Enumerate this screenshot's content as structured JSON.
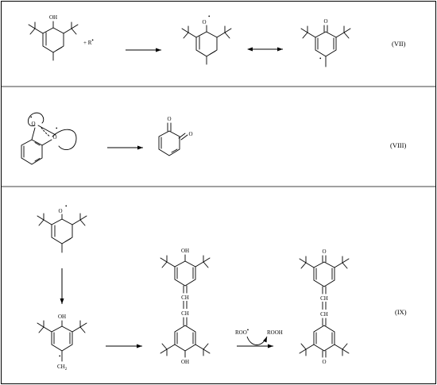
{
  "atoms": {
    "oh": "OH",
    "o": "O",
    "ch": "CH",
    "ch2": "CH",
    "ch2_sub": "2",
    "radical_dot": "•"
  },
  "reagents": {
    "r_radical": "+ R",
    "r_radical_dot": "•",
    "roo": "ROO",
    "roo_dot": "•",
    "rooh": "ROOH"
  },
  "equation_labels": [
    "(VII)",
    "(VIII)",
    "(IX)"
  ]
}
